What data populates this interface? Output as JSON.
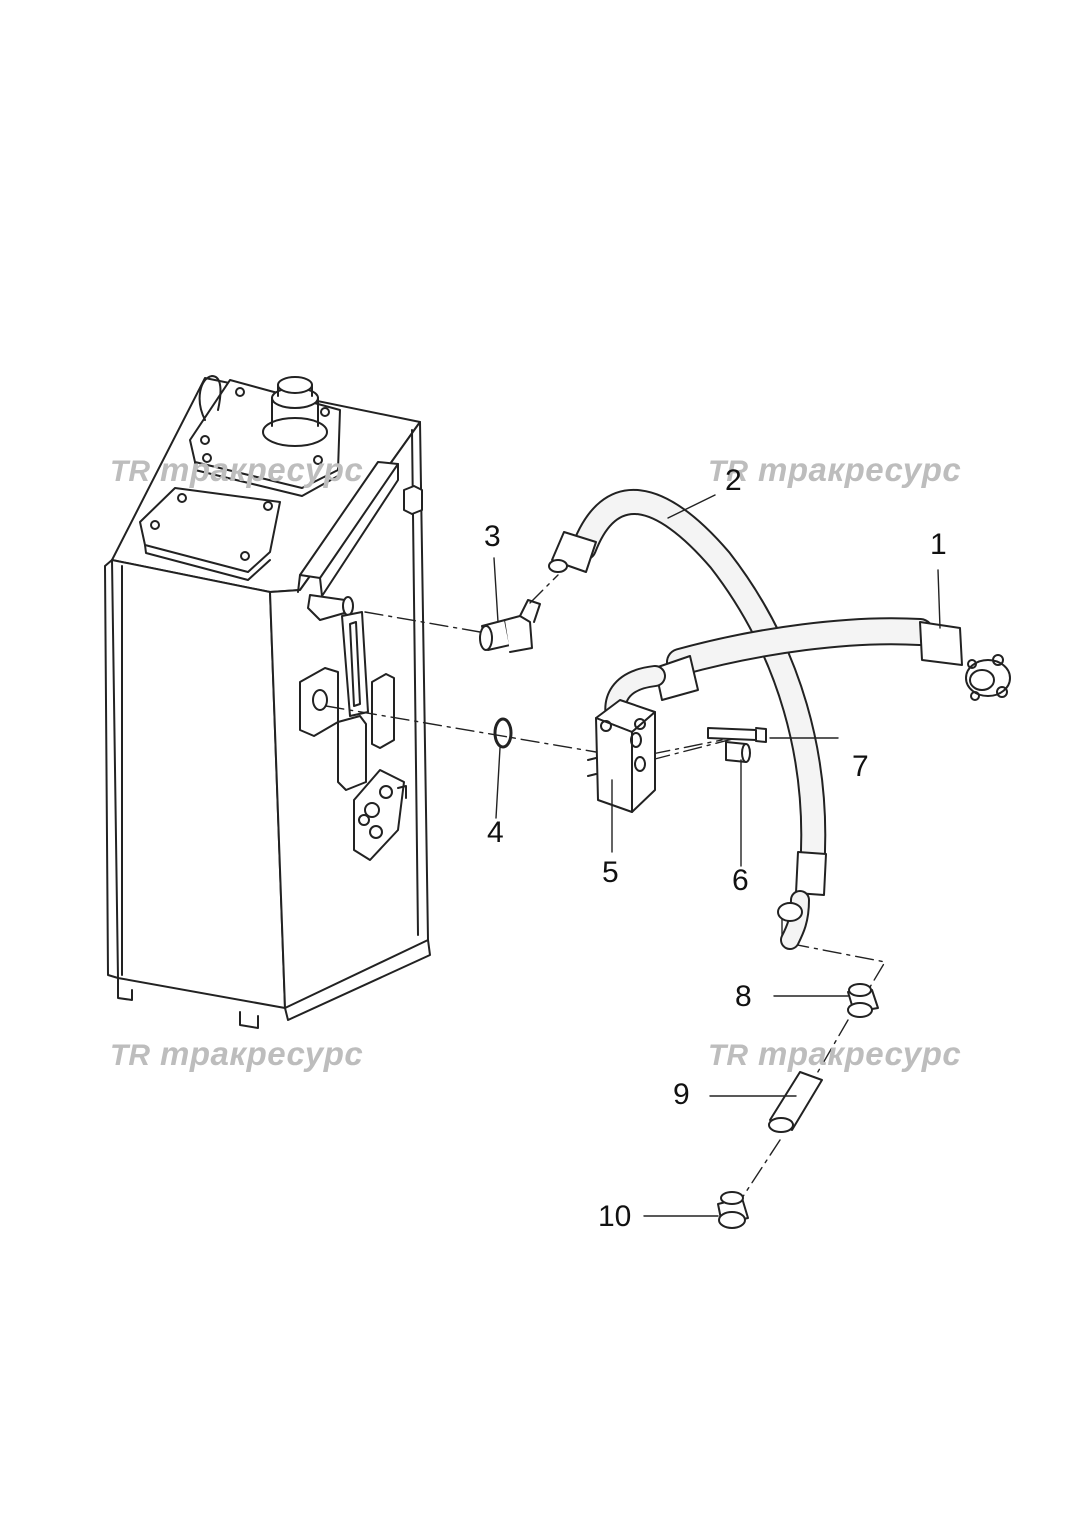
{
  "watermark": {
    "text": "тракресурс",
    "color": "#bdbdbd"
  },
  "callouts": [
    "1",
    "2",
    "3",
    "4",
    "5",
    "6",
    "7",
    "8",
    "9",
    "10"
  ],
  "colors": {
    "line": "#222222",
    "hose_fill": "#f4f4f4",
    "part_fill": "#ffffff"
  }
}
